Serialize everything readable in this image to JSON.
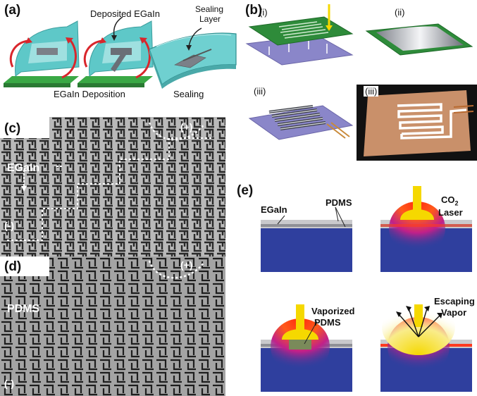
{
  "panels": {
    "a": {
      "letter": "(a)",
      "deposited_label": "Deposited EGaIn",
      "sealing_layer_label_line1": "Sealing",
      "sealing_layer_label_line2": "Layer",
      "deposition_caption": "EGaIn Deposition",
      "sealing_caption": "Sealing"
    },
    "b": {
      "letter": "(b)",
      "sub_i": "(i)",
      "sub_ii": "(ii)",
      "sub_iii_left": "(iii)",
      "sub_iii_right": "(iii)"
    },
    "c": {
      "letter": "(c)",
      "egain_label": "EGaIn",
      "plus_label": "(+)",
      "minus_label": "(-)"
    },
    "d": {
      "letter": "(d)",
      "pdms_label": "PDMS",
      "plus_label": "(+)",
      "minus_label": "(-)"
    },
    "e": {
      "letter": "(e)",
      "egain_label": "EGaIn",
      "pdms_label": "PDMS",
      "co2_label": "CO",
      "co2_sub": "2",
      "laser_label": "Laser",
      "vaporized_line1": "Vaporized",
      "vaporized_line2": "PDMS",
      "escaping_line1": "Escaping",
      "escaping_line2": "Vapor"
    }
  },
  "colors": {
    "teal": "#5ec8c8",
    "green_board": "#2e8b3a",
    "purple_substrate": "#8a86c9",
    "egain_gray": "#9aa0a8",
    "pdms_blue": "#2f3f9e",
    "laser_yellow": "#f5d800",
    "heat_red": "#e0202a",
    "copper_board": "#c9906a",
    "arrow_red": "#d9262c"
  }
}
